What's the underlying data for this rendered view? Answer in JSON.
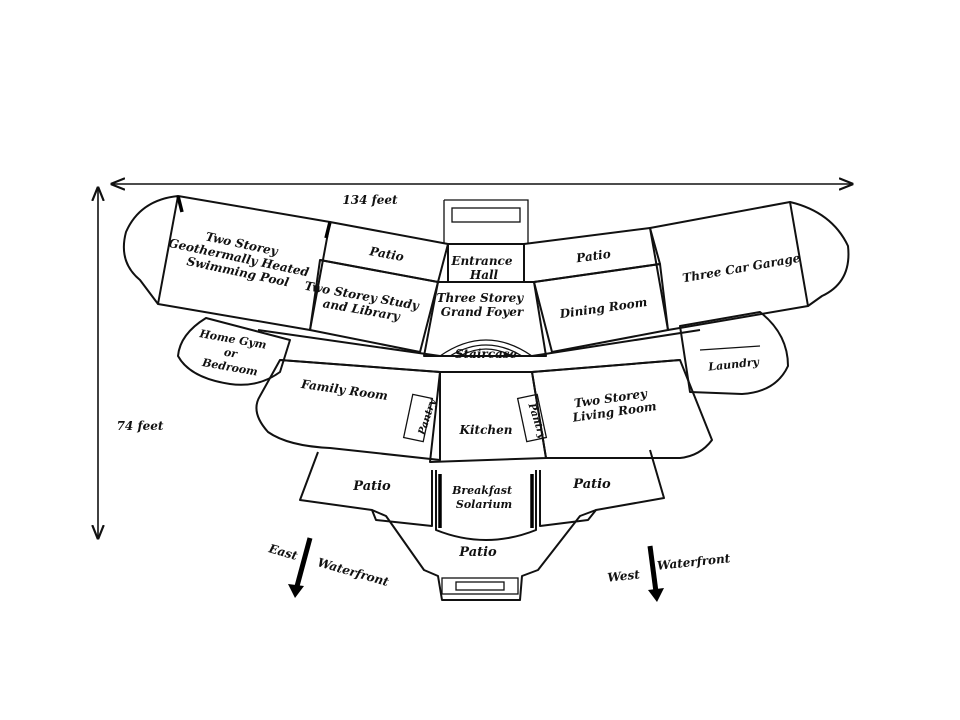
{
  "dimensions": {
    "width_label": "134 feet",
    "depth_label": "74 feet"
  },
  "rooms": {
    "pool": [
      "Two Storey",
      "Geothermally Heated",
      "Swimming Pool"
    ],
    "patio_nw": "Patio",
    "entrance": [
      "Entrance",
      "Hall"
    ],
    "patio_ne": "Patio",
    "garage": "Three Car Garage",
    "study": [
      "Two Storey Study",
      "and Library"
    ],
    "foyer": [
      "Three Storey",
      "Grand Foyer"
    ],
    "dining": "Dining Room",
    "gym": [
      "Home Gym",
      "or",
      "Bedroom"
    ],
    "staircase": "Staircase",
    "laundry": "Laundry",
    "family": "Family Room",
    "pantry_w": "Pantry",
    "kitchen": "Kitchen",
    "pantry_e": "Pantry",
    "living": [
      "Two Storey",
      "Living Room"
    ],
    "patio_sw": "Patio",
    "breakfast": [
      "Breakfast",
      "Solarium"
    ],
    "patio_se": "Patio",
    "patio_s": "Patio"
  },
  "orientation": {
    "east_word": "East",
    "east_sub": "Waterfront",
    "west_word": "West",
    "west_sub": "Waterfront"
  }
}
